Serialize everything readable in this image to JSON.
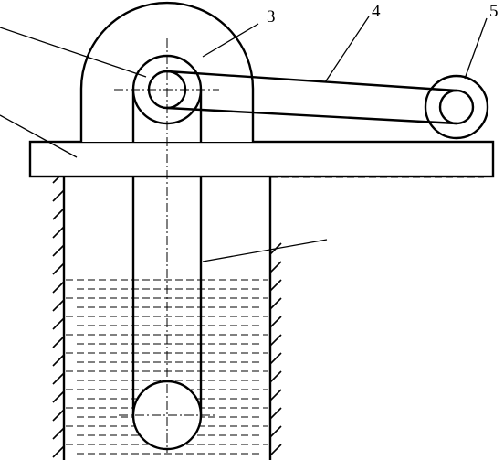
{
  "labels": {
    "bracket": "3",
    "belt": "4",
    "motor_pulley": "5"
  },
  "colors": {
    "line": "#000000",
    "background": "#ffffff"
  }
}
